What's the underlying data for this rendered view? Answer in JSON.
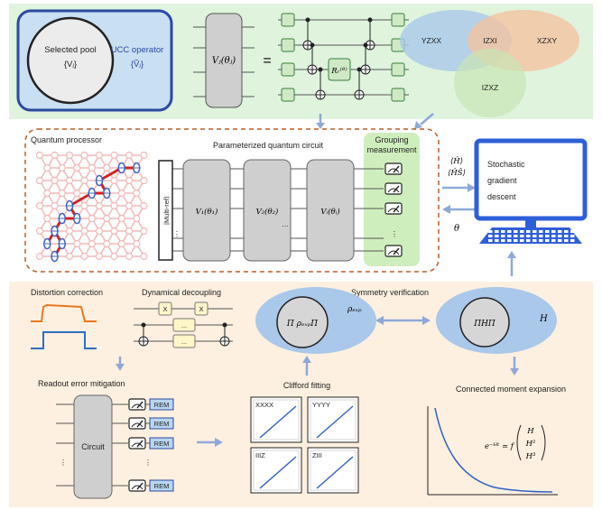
{
  "colors": {
    "top_bg": "#dff3dd",
    "bottom_bg": "#fdf0e0",
    "ucc_box": "#c9dff2",
    "ucc_border": "#2b4aa0",
    "gate_green": "#cfe9c5",
    "gate_green_border": "#3a7f3a",
    "gate_gray": "#cfcfcf",
    "arrow_blue": "#8ea9d8",
    "venn_blue": "#a9c8ea",
    "venn_green": "#c8e6b4",
    "venn_orange": "#f4c3a1",
    "lattice_pink": "#f2b8b8",
    "lattice_red": "#d42020",
    "qubit_blue": "#3b63c4",
    "ellipse_blue": "#a9c8ea",
    "ellipse_gray": "#d6d6d6",
    "rem_box": "#b9d6f0",
    "pulse_orange": "#e8781e",
    "pulse_blue": "#2f6fc0",
    "fit_line": "#2f5fc0",
    "screen_blue": "#2f5fd8",
    "dashed_border": "#b75e2a"
  },
  "top": {
    "pool_title": "Selected pool",
    "pool_symbol": "{Vⱼ}",
    "ucc_title": "UCC operator",
    "ucc_symbol": "{Ṽⱼ}",
    "gate_label": "Vⱼ(θⱼ)",
    "equals": "=",
    "rz_label": "Rᵣ⁽ᶿ⁾",
    "venn": [
      "YZXX",
      "IZXI",
      "XZXY",
      "IZXZ"
    ]
  },
  "middle": {
    "processor_title": "Quantum processor",
    "circuit_title": "Parameterized quantum circuit",
    "grouping_title": "Grouping measurement",
    "multiref_label": "|Multi-ref⟩",
    "blocks": [
      "V₁(θ₁)",
      "V₂(θ₂)",
      "Vᵢ(θᵢ)"
    ],
    "dots": "...",
    "vdots": "⋮",
    "expect_H": "⟨Ĥ⟩",
    "expect_HS": "⟨ĤŜ⟩",
    "theta": "θ",
    "computer_lines": [
      "Stochastic",
      "gradient",
      "descent"
    ]
  },
  "bottom": {
    "distortion_title": "Distortion correction",
    "dd_title": "Dynamical decoupling",
    "dd_x": "X",
    "dd_dots": "...",
    "symmetry_title": "Symmetry verification",
    "ellipse_left": "Π ρₑₓₚΠ",
    "rho_exp": "ρₑₓₚ",
    "ellipse_right": "ΠHΠ",
    "H": "H",
    "readout_title": "Readout error mitigation",
    "circuit_label": "Circuit",
    "rem_label": "REM",
    "clifford_title": "Clifford fitting",
    "clifford_panels": [
      "XXXX",
      "YYYY",
      "IIIZ",
      "ZIII"
    ],
    "cme_title": "Connected moment expansion",
    "formula_left": "e⁻ᴴᵗ ≃ f",
    "formula_terms": [
      "H",
      "H²",
      "H³"
    ]
  }
}
